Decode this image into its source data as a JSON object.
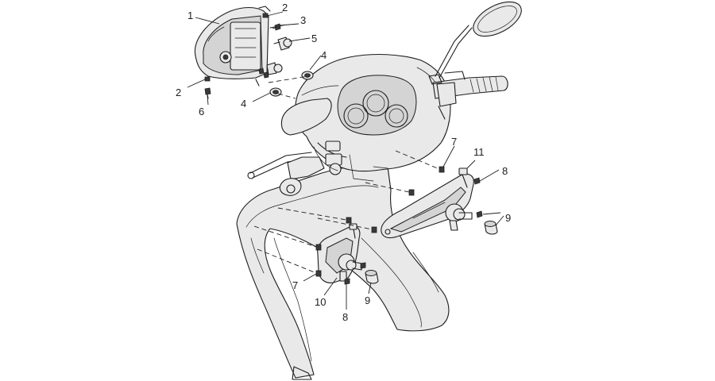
{
  "callouts": {
    "c1": "1",
    "c2a": "2",
    "c2b": "2",
    "c3": "3",
    "c4a": "4",
    "c4b": "4",
    "c5": "5",
    "c6": "6",
    "c7a": "7",
    "c7b": "7",
    "c8a": "8",
    "c8b": "8",
    "c9a": "9",
    "c9b": "9",
    "c10": "10",
    "c11": "11"
  },
  "colors": {
    "line": "#1e1e1e",
    "part_fill": "#e9e9e9",
    "background": "#ffffff"
  }
}
